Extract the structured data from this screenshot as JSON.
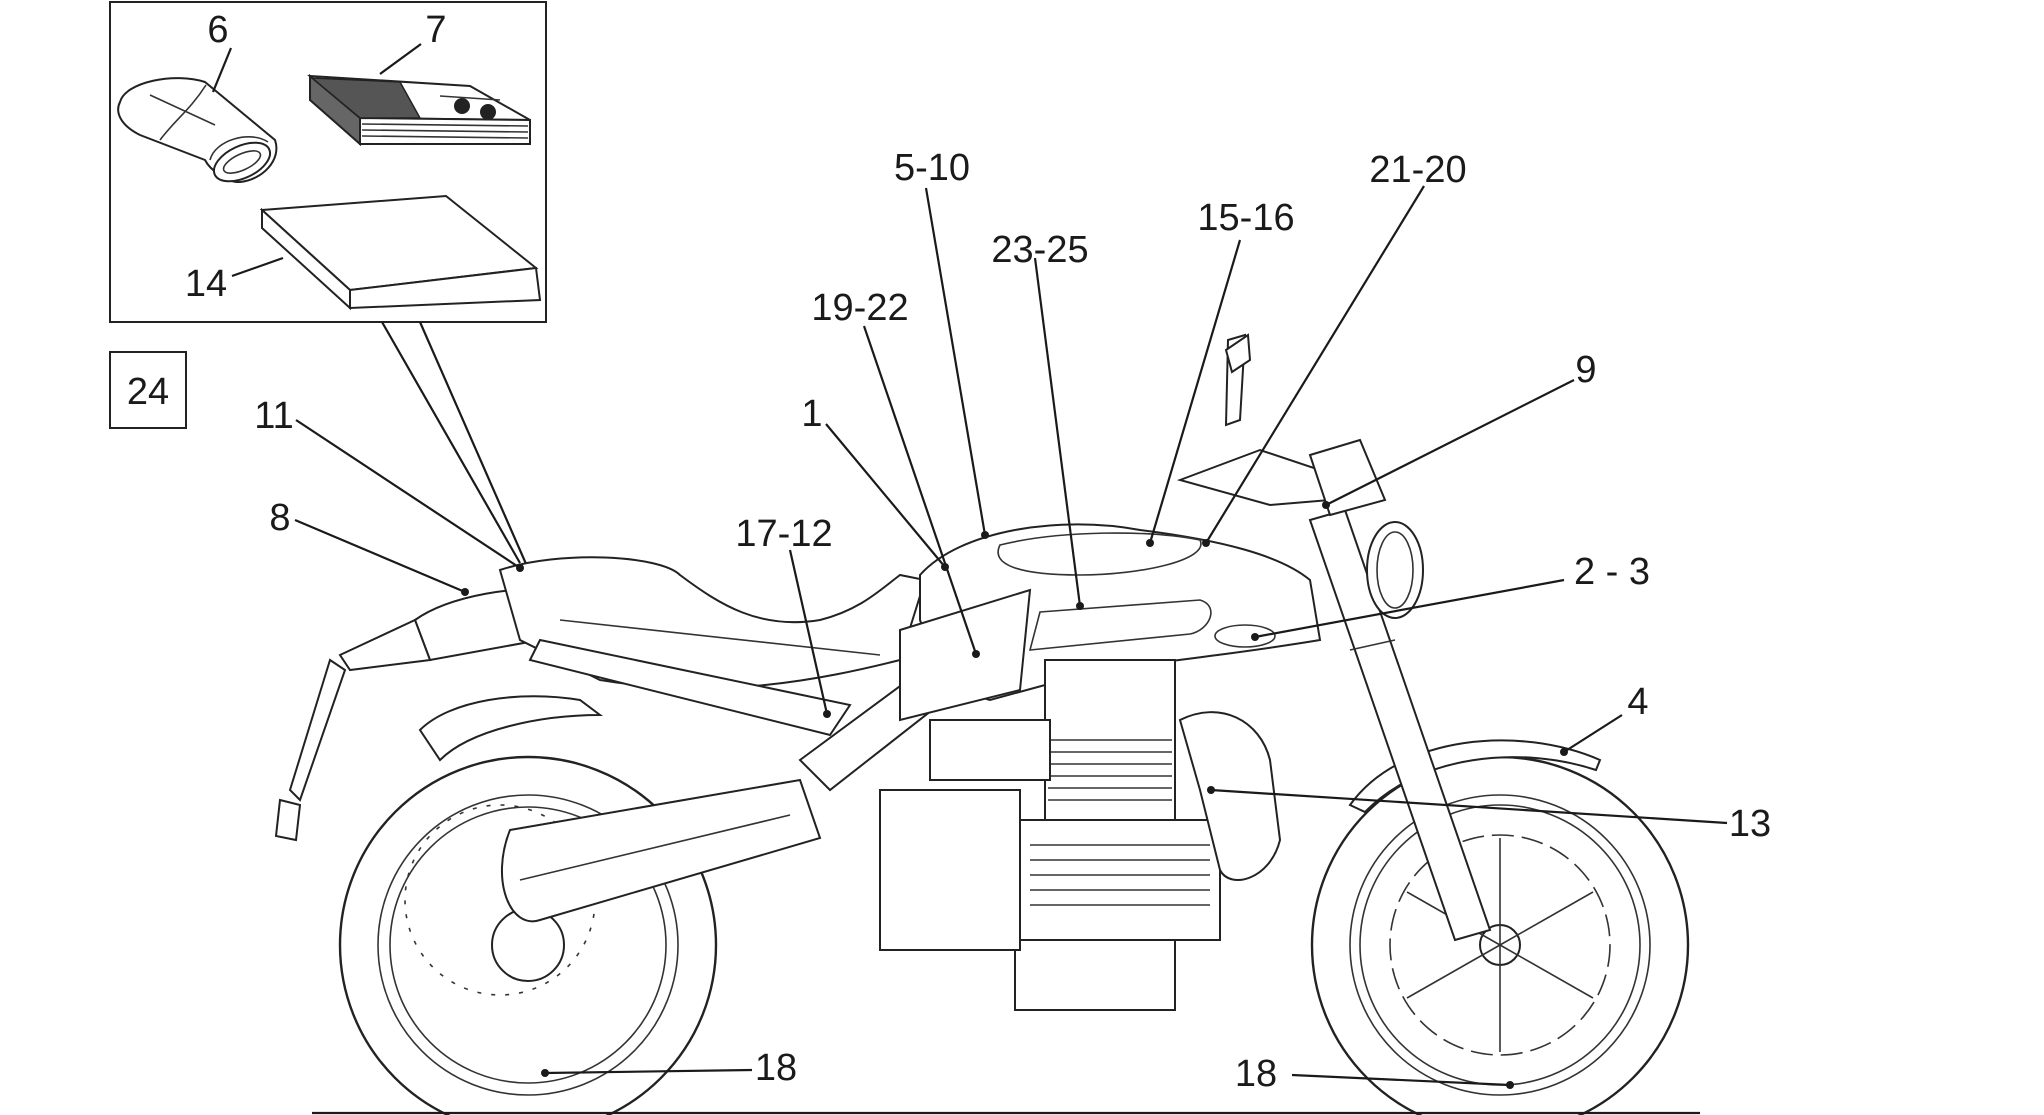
{
  "callouts": {
    "c6": "6",
    "c7": "7",
    "c14": "14",
    "c24": "24",
    "c11": "11",
    "c8": "8",
    "c5_10": "5-10",
    "c19_22": "19-22",
    "c23_25": "23-25",
    "c15_16": "15-16",
    "c21_20": "21-20",
    "c9": "9",
    "c1": "1",
    "c17_12": "17-12",
    "c2_3": "2 - 3",
    "c4": "4",
    "c13": "13",
    "c18_rear": "18",
    "c18_front": "18"
  },
  "colors": {
    "line": "#1a1a1a",
    "background": "#ffffff",
    "manual_cover": "#555555"
  }
}
